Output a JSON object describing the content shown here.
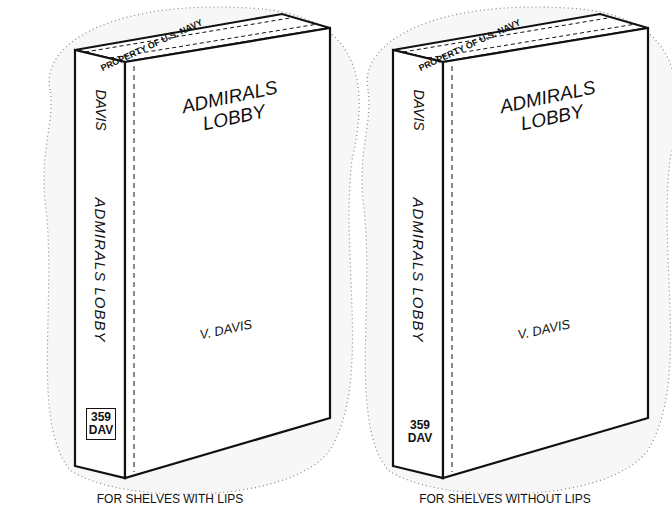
{
  "diagram": {
    "nodes": [
      {
        "text": [
          "359 DAV"
        ]
      }
    ],
    "labels": [
      "PROPERTY OF U.S. NAVY",
      "DAVIS",
      "ADMIRALS LOBBY",
      "ADMIRALS LOBBY",
      "V. DAVIS",
      "FOR SHELVES WITH LIPS",
      "PROPERTY OF U.S. NAVY",
      "DAVIS",
      "ADMIRALS LOBBY",
      "ADMIRALS LOBBY",
      "V. DAVIS",
      "359 DAV",
      "FOR SHELVES WITHOUT LIPS"
    ]
  }
}
